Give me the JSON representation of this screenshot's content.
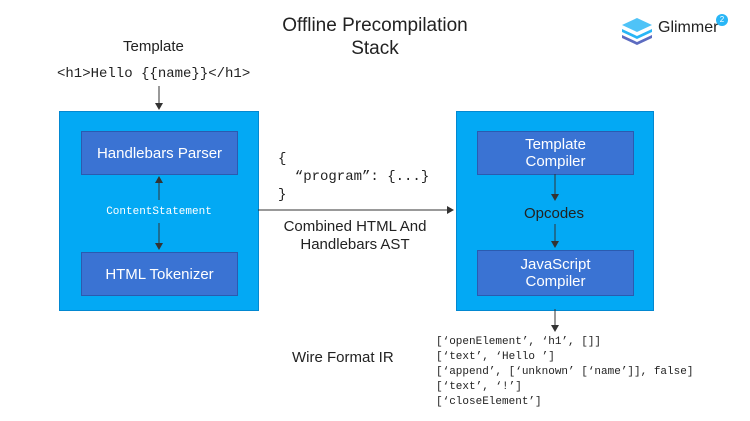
{
  "title": {
    "line1": "Offline Precompilation",
    "line2": "Stack"
  },
  "logo": {
    "text": "Glimmer",
    "badge": "2",
    "icon": "stacked-layers-icon"
  },
  "template_label": "Template",
  "template_code": "<h1>Hello {{name}}</h1>",
  "left_box": {
    "parser": "Handlebars Parser",
    "content_statement": "ContentStatement",
    "tokenizer": "HTML Tokenizer"
  },
  "json_snippet": [
    "{",
    "  “program”: {...}",
    "}"
  ],
  "ast_label": {
    "line1": "Combined HTML And",
    "line2": "Handlebars AST"
  },
  "right_box": {
    "template_compiler": {
      "line1": "Template",
      "line2": "Compiler"
    },
    "opcodes": "Opcodes",
    "js_compiler": {
      "line1": "JavaScript",
      "line2": "Compiler"
    }
  },
  "wire_label": "Wire Format IR",
  "wire_ir": [
    "[‘openElement’, ‘h1’, []]",
    "[‘text’, ‘Hello ’]",
    "[‘append’, [‘unknown’ [‘name’]], false]",
    "[‘text’, ‘!’]",
    "[‘closeElement’]"
  ],
  "colors": {
    "outer_box": "#03a9f4",
    "inner_box": "#3a73d3",
    "arrow": "#333333"
  }
}
